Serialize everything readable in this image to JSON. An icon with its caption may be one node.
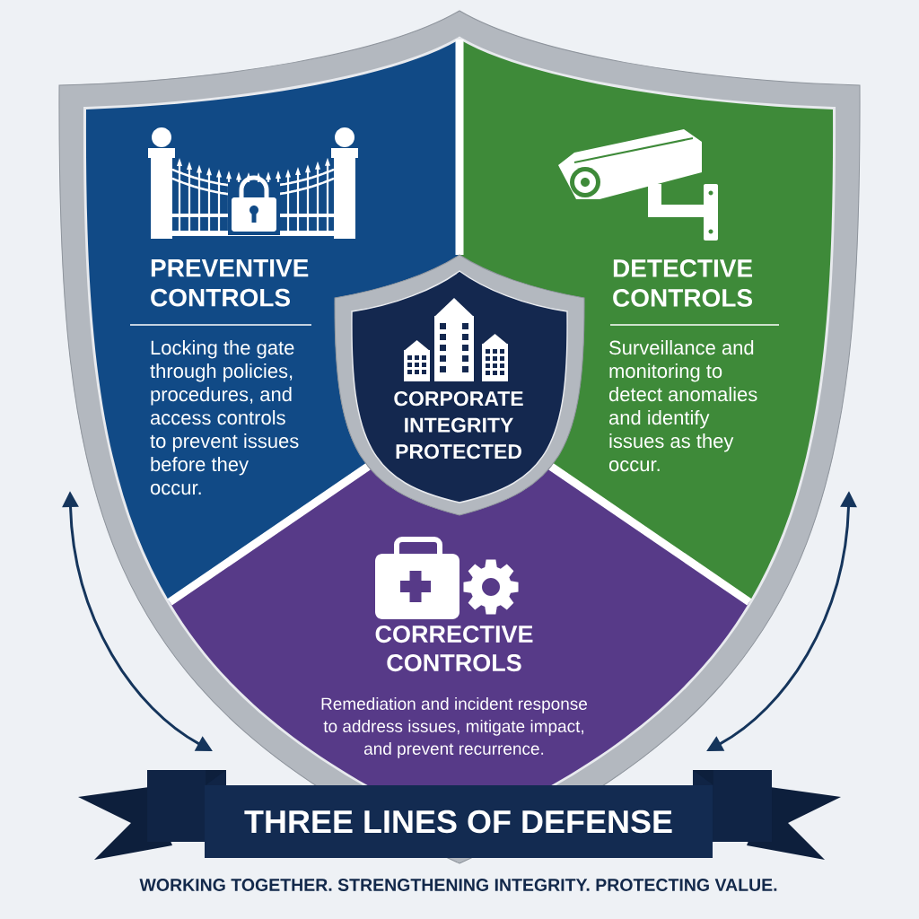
{
  "diagram": {
    "nodes": [
      {
        "text": [
          "PREVENTIVE CONTROLS",
          "Locking the gate through policies, procedures, and access controls to prevent issues before they occur."
        ]
      },
      {
        "text": [
          "DETECTIVE CONTROLS",
          "Surveillance and monitoring to detect anomalies and identify issues as they occur."
        ]
      },
      {
        "text": [
          "CORPORATE INTEGRITY PROTECTED"
        ]
      },
      {
        "text": [
          "CORRECTIVE CONTROLS",
          "Remediation and incident response to address issues, mitigate impact, and prevent recurrence."
        ]
      },
      {
        "text": [
          "THREE LINES OF DEFENSE"
        ]
      }
    ],
    "labels": [
      "WORKING TOGETHER. STRENGTHENING INTEGRITY. PROTECTING VALUE."
    ]
  }
}
